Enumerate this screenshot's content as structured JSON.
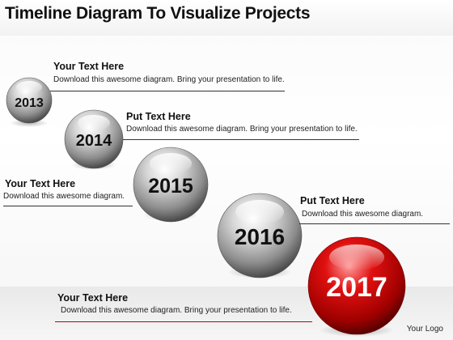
{
  "title": "Timeline Diagram To Visualize Projects",
  "milestones": [
    {
      "year": "2013",
      "heading": "Your Text Here",
      "text": "Download this awesome diagram. Bring your presentation to life.",
      "color": "gray"
    },
    {
      "year": "2014",
      "heading": "Put Text Here",
      "text": "Download this awesome diagram. Bring your presentation to life.",
      "color": "gray"
    },
    {
      "year": "2015",
      "heading": "Your Text Here",
      "text": "Download this awesome diagram.",
      "color": "gray"
    },
    {
      "year": "2016",
      "heading": "Put Text Here",
      "text": "Download this awesome diagram.",
      "color": "gray"
    },
    {
      "year": "2017",
      "heading": "Your Text Here",
      "text": "Download this awesome diagram. Bring your presentation to life.",
      "color": "red"
    }
  ],
  "logo": "Your Logo",
  "colors": {
    "accent": "#c00000",
    "sphere_gray": "#8a8a8a",
    "sphere_red": "#d40000"
  }
}
